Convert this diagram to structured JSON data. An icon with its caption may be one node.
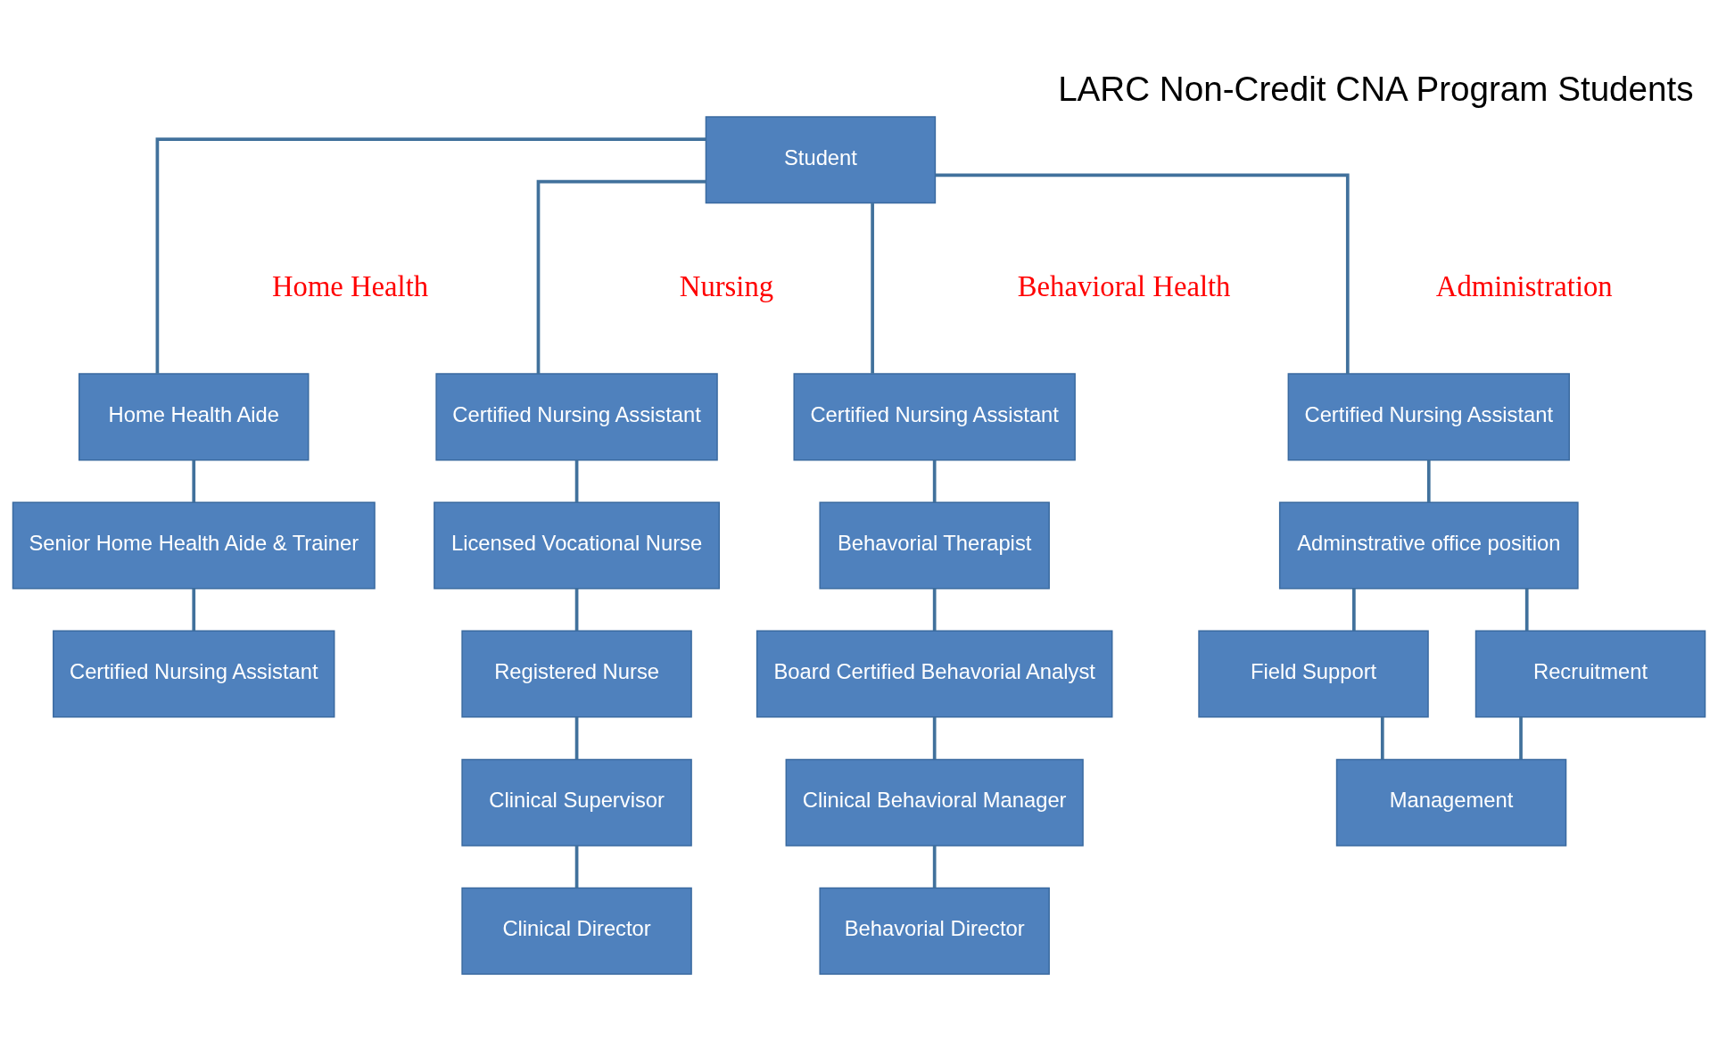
{
  "diagram": {
    "title": "LARC Non-Credit CNA Program Students",
    "nodes": [
      {
        "text": [
          "Student"
        ]
      },
      {
        "text": [
          "Home Health Aide"
        ]
      },
      {
        "text": [
          "Senior Home Health Aide & Trainer"
        ]
      },
      {
        "text": [
          "Certified Nursing Assistant"
        ]
      },
      {
        "text": [
          "Certified Nursing Assistant"
        ]
      },
      {
        "text": [
          "Licensed Vocational Nurse"
        ]
      },
      {
        "text": [
          "Registered Nurse"
        ]
      },
      {
        "text": [
          "Clinical Supervisor"
        ]
      },
      {
        "text": [
          "Clinical Director"
        ]
      },
      {
        "text": [
          "Certified Nursing Assistant"
        ]
      },
      {
        "text": [
          "Behavorial Therapist"
        ]
      },
      {
        "text": [
          "Board Certified Behavorial Analyst"
        ]
      },
      {
        "text": [
          "Clinical Behavioral Manager"
        ]
      },
      {
        "text": [
          "Behavorial Director"
        ]
      },
      {
        "text": [
          "Certified Nursing Assistant"
        ]
      },
      {
        "text": [
          "Adminstrative office position"
        ]
      },
      {
        "text": [
          "Field Support"
        ]
      },
      {
        "text": [
          "Recruitment"
        ]
      },
      {
        "text": [
          "Management"
        ]
      }
    ],
    "edges": [
      {
        "from": 0,
        "to": 1,
        "arrow": "none"
      },
      {
        "from": 0,
        "to": 4,
        "arrow": "none"
      },
      {
        "from": 0,
        "to": 9,
        "arrow": "none"
      },
      {
        "from": 0,
        "to": 14,
        "arrow": "none"
      },
      {
        "from": 1,
        "to": 2,
        "arrow": "none"
      },
      {
        "from": 2,
        "to": 3,
        "arrow": "none"
      },
      {
        "from": 4,
        "to": 5,
        "arrow": "none"
      },
      {
        "from": 5,
        "to": 6,
        "arrow": "none"
      },
      {
        "from": 6,
        "to": 7,
        "arrow": "none"
      },
      {
        "from": 7,
        "to": 8,
        "arrow": "none"
      },
      {
        "from": 9,
        "to": 10,
        "arrow": "none"
      },
      {
        "from": 10,
        "to": 11,
        "arrow": "none"
      },
      {
        "from": 11,
        "to": 12,
        "arrow": "none"
      },
      {
        "from": 12,
        "to": 13,
        "arrow": "none"
      },
      {
        "from": 14,
        "to": 15,
        "arrow": "none"
      },
      {
        "from": 15,
        "to": 16,
        "arrow": "none"
      },
      {
        "from": 15,
        "to": 17,
        "arrow": "none"
      },
      {
        "from": 16,
        "to": 18,
        "arrow": "none"
      },
      {
        "from": 17,
        "to": 18,
        "arrow": "none"
      }
    ],
    "labels": [
      "Home Health",
      "Nursing",
      "Behavioral Health",
      "Administration"
    ]
  }
}
